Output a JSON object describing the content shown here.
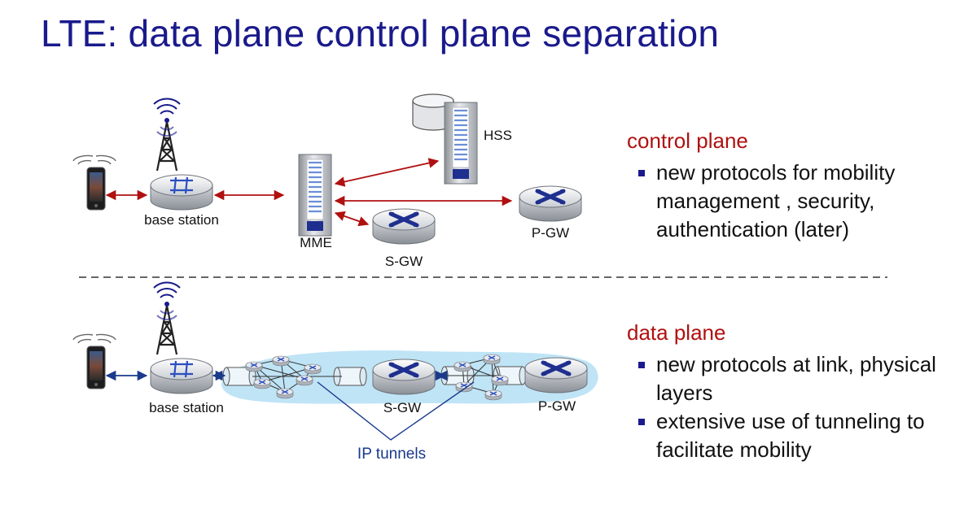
{
  "title": "LTE: data plane control plane separation",
  "control": {
    "heading": "control plane",
    "bullets": [
      "new protocols for mobility management , security, authentication (later)"
    ],
    "labels": {
      "base_station": "base station",
      "mme": "MME",
      "hss": "HSS",
      "sgw": "S-GW",
      "pgw": "P-GW"
    }
  },
  "data": {
    "heading": "data plane",
    "bullets": [
      "new protocols at link, physical layers",
      "extensive use of tunneling to facilitate mobility"
    ],
    "labels": {
      "base_station": "base station",
      "sgw": "S-GW",
      "pgw": "P-GW",
      "tunnels": "IP tunnels"
    }
  },
  "colors": {
    "title": "#1a1a8c",
    "heading": "#b01010",
    "control_link": "#b01010",
    "data_link": "#1a3a8c",
    "tunnel_area": "#bfe4f6"
  }
}
